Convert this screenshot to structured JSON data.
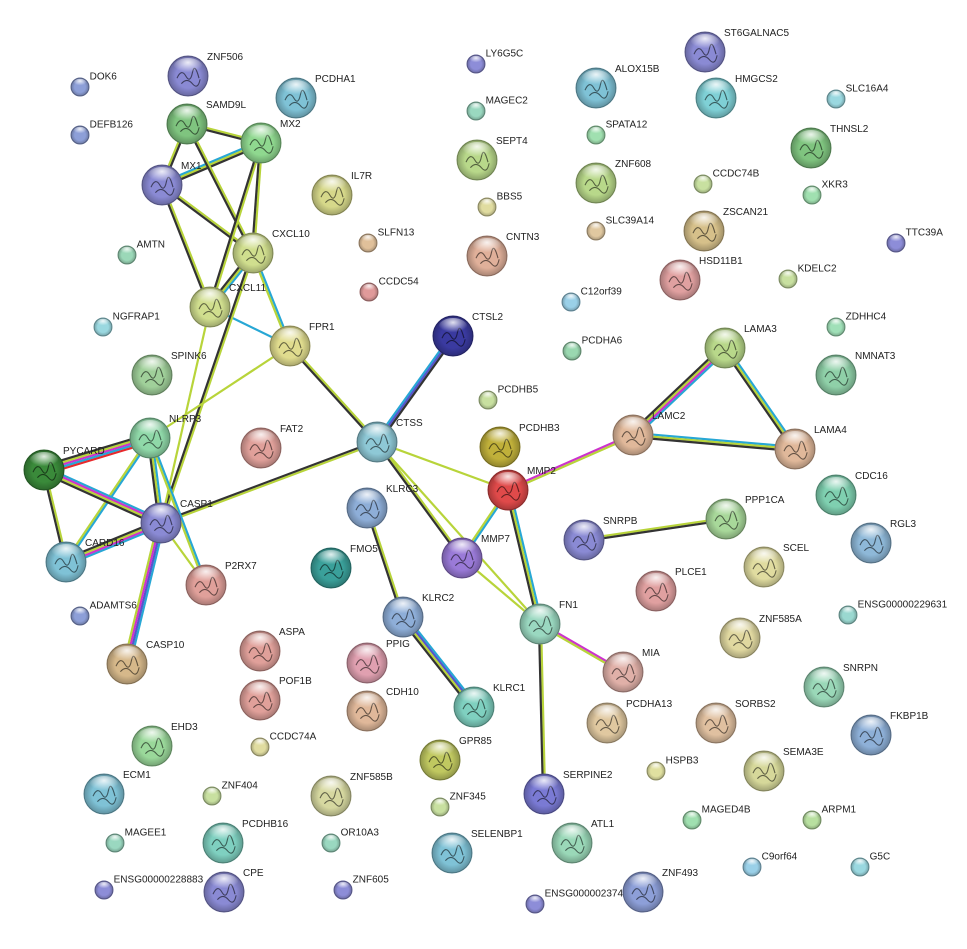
{
  "colors": {
    "neighborhood": "#c8d82a",
    "experiments": "#333333",
    "databases": "#27a7d5",
    "textmining": "#b8d43a",
    "coexpression": "#333333",
    "fusion": "#e8292c",
    "cooccurrence": "#cc33cc",
    "homology": "#5555cc"
  },
  "nodes": [
    {
      "id": "DOK6",
      "label": "DOK6",
      "color": "#8d9fd8",
      "size": "small"
    },
    {
      "id": "DEFB126",
      "label": "DEFB126",
      "color": "#8d9fd8",
      "size": "small"
    },
    {
      "id": "ZNF506",
      "label": "ZNF506",
      "color": "#8a8ad4",
      "size": "large"
    },
    {
      "id": "SAMD9L",
      "label": "SAMD9L",
      "color": "#7fc47f",
      "size": "large"
    },
    {
      "id": "PCDHA1",
      "label": "PCDHA1",
      "color": "#7fc2d6",
      "size": "large"
    },
    {
      "id": "MX2",
      "label": "MX2",
      "color": "#8fd88f",
      "size": "large"
    },
    {
      "id": "MX1",
      "label": "MX1",
      "color": "#8a8ad4",
      "size": "large"
    },
    {
      "id": "IL7R",
      "label": "IL7R",
      "color": "#d6d88a",
      "size": "large"
    },
    {
      "id": "CXCL10",
      "label": "CXCL10",
      "color": "#d0de8e",
      "size": "large"
    },
    {
      "id": "AMTN",
      "label": "AMTN",
      "color": "#9bd8b8",
      "size": "small"
    },
    {
      "id": "CXCL11",
      "label": "CXCL11",
      "color": "#d0de8e",
      "size": "large"
    },
    {
      "id": "SLFN13",
      "label": "SLFN13",
      "color": "#e0c09a",
      "size": "small"
    },
    {
      "id": "CCDC54",
      "label": "CCDC54",
      "color": "#e09a9a",
      "size": "small"
    },
    {
      "id": "NGFRAP1",
      "label": "NGFRAP1",
      "color": "#9ad8e0",
      "size": "small"
    },
    {
      "id": "FPR1",
      "label": "FPR1",
      "color": "#e0dc8e",
      "size": "large"
    },
    {
      "id": "SPINK6",
      "label": "SPINK6",
      "color": "#a0d09a",
      "size": "large"
    },
    {
      "id": "NLRP3",
      "label": "NLRP3",
      "color": "#8fd8a8",
      "size": "large"
    },
    {
      "id": "PYCARD",
      "label": "PYCARD",
      "color": "#3a8a3a",
      "size": "large"
    },
    {
      "id": "FAT2",
      "label": "FAT2",
      "color": "#e0a09a",
      "size": "large"
    },
    {
      "id": "CTSS",
      "label": "CTSS",
      "color": "#8ec8d6",
      "size": "large"
    },
    {
      "id": "CASP1",
      "label": "CASP1",
      "color": "#8a8ad4",
      "size": "large"
    },
    {
      "id": "CARD16",
      "label": "CARD16",
      "color": "#7fc2d6",
      "size": "large"
    },
    {
      "id": "P2RX7",
      "label": "P2RX7",
      "color": "#e0a09a",
      "size": "large"
    },
    {
      "id": "ADAMTS6",
      "label": "ADAMTS6",
      "color": "#8d9fd8",
      "size": "small"
    },
    {
      "id": "CASP10",
      "label": "CASP10",
      "color": "#d6b88a",
      "size": "large"
    },
    {
      "id": "LY6G5C",
      "label": "LY6G5C",
      "color": "#8d8dd8",
      "size": "small"
    },
    {
      "id": "MAGEC2",
      "label": "MAGEC2",
      "color": "#9ad8c0",
      "size": "small"
    },
    {
      "id": "SEPT4",
      "label": "SEPT4",
      "color": "#b8d88a",
      "size": "large"
    },
    {
      "id": "BBS5",
      "label": "BBS5",
      "color": "#e0dca0",
      "size": "small"
    },
    {
      "id": "CNTN3",
      "label": "CNTN3",
      "color": "#e0b09a",
      "size": "large"
    },
    {
      "id": "CTSL2",
      "label": "CTSL2",
      "color": "#3a3aa0",
      "size": "large"
    },
    {
      "id": "PCDHB5",
      "label": "PCDHB5",
      "color": "#c8e0a0",
      "size": "small"
    },
    {
      "id": "PCDHB3",
      "label": "PCDHB3",
      "color": "#c0b03a",
      "size": "large"
    },
    {
      "id": "KLRC3",
      "label": "KLRC3",
      "color": "#8eaed8",
      "size": "large"
    },
    {
      "id": "FMO5",
      "label": "FMO5",
      "color": "#3aa09a",
      "size": "large"
    },
    {
      "id": "MMP7",
      "label": "MMP7",
      "color": "#9a7ad8",
      "size": "large"
    },
    {
      "id": "MMP2",
      "label": "MMP2",
      "color": "#e04a4a",
      "size": "large"
    },
    {
      "id": "KLRC2",
      "label": "KLRC2",
      "color": "#8eaed8",
      "size": "large"
    },
    {
      "id": "ASPA",
      "label": "ASPA",
      "color": "#e0a09a",
      "size": "large"
    },
    {
      "id": "PPIG",
      "label": "PPIG",
      "color": "#e0a0b0",
      "size": "large"
    },
    {
      "id": "POF1B",
      "label": "POF1B",
      "color": "#e0a09a",
      "size": "large"
    },
    {
      "id": "CDH10",
      "label": "CDH10",
      "color": "#e0b89a",
      "size": "large"
    },
    {
      "id": "KLRC1",
      "label": "KLRC1",
      "color": "#7fd0c0",
      "size": "large"
    },
    {
      "id": "CCDC74A",
      "label": "CCDC74A",
      "color": "#e0dca0",
      "size": "small"
    },
    {
      "id": "EHD3",
      "label": "EHD3",
      "color": "#9ad89a",
      "size": "large"
    },
    {
      "id": "GPR85",
      "label": "GPR85",
      "color": "#c0c860",
      "size": "large"
    },
    {
      "id": "ECM1",
      "label": "ECM1",
      "color": "#7fc2d6",
      "size": "large"
    },
    {
      "id": "ZNF404",
      "label": "ZNF404",
      "color": "#c8e0a0",
      "size": "small"
    },
    {
      "id": "ZNF585B",
      "label": "ZNF585B",
      "color": "#d6d8a0",
      "size": "large"
    },
    {
      "id": "ZNF345",
      "label": "ZNF345",
      "color": "#c8e0a0",
      "size": "small"
    },
    {
      "id": "MAGEE1",
      "label": "MAGEE1",
      "color": "#9ad8c0",
      "size": "small"
    },
    {
      "id": "PCDHB16",
      "label": "PCDHB16",
      "color": "#7fd0c0",
      "size": "large"
    },
    {
      "id": "OR10A3",
      "label": "OR10A3",
      "color": "#9ad8c0",
      "size": "small"
    },
    {
      "id": "SELENBP1",
      "label": "SELENBP1",
      "color": "#7fc2d6",
      "size": "large"
    },
    {
      "id": "ENSG00000228883",
      "label": "ENSG00000228883",
      "color": "#8d8dd8",
      "size": "small"
    },
    {
      "id": "CPE",
      "label": "CPE",
      "color": "#8a8ad4",
      "size": "large"
    },
    {
      "id": "ZNF605",
      "label": "ZNF605",
      "color": "#8d8dd8",
      "size": "small"
    },
    {
      "id": "SERPINE2",
      "label": "SERPINE2",
      "color": "#7a7ad4",
      "size": "large"
    },
    {
      "id": "ENSG00000237495",
      "label": "ENSG00000237495",
      "color": "#8d8dd8",
      "size": "small"
    },
    {
      "id": "ATL1",
      "label": "ATL1",
      "color": "#9ad8b8",
      "size": "large"
    },
    {
      "id": "ZNF493",
      "label": "ZNF493",
      "color": "#8d9fd8",
      "size": "large"
    },
    {
      "id": "ST6GALNAC5",
      "label": "ST6GALNAC5",
      "color": "#8a8ad4",
      "size": "large"
    },
    {
      "id": "ALOX15B",
      "label": "ALOX15B",
      "color": "#7fc2d6",
      "size": "large"
    },
    {
      "id": "HMGCS2",
      "label": "HMGCS2",
      "color": "#7fd0d6",
      "size": "large"
    },
    {
      "id": "SLC16A4",
      "label": "SLC16A4",
      "color": "#9ad8e0",
      "size": "small"
    },
    {
      "id": "SPATA12",
      "label": "SPATA12",
      "color": "#a0e0b0",
      "size": "small"
    },
    {
      "id": "ZNF608",
      "label": "ZNF608",
      "color": "#b8d88a",
      "size": "large"
    },
    {
      "id": "THNSL2",
      "label": "THNSL2",
      "color": "#7fc47f",
      "size": "large"
    },
    {
      "id": "CCDC74B",
      "label": "CCDC74B",
      "color": "#c8e0a0",
      "size": "small"
    },
    {
      "id": "XKR3",
      "label": "XKR3",
      "color": "#a0e0b0",
      "size": "small"
    },
    {
      "id": "ZSCAN21",
      "label": "ZSCAN21",
      "color": "#d6c08a",
      "size": "large"
    },
    {
      "id": "TTC39A",
      "label": "TTC39A",
      "color": "#8d8dd8",
      "size": "small"
    },
    {
      "id": "SLC39A14",
      "label": "SLC39A14",
      "color": "#e0c8a0",
      "size": "small"
    },
    {
      "id": "HSD11B1",
      "label": "HSD11B1",
      "color": "#e0a0a0",
      "size": "large"
    },
    {
      "id": "KDELC2",
      "label": "KDELC2",
      "color": "#c8e0a0",
      "size": "small"
    },
    {
      "id": "C12orf39",
      "label": "C12orf39",
      "color": "#9ad0e8",
      "size": "small"
    },
    {
      "id": "ZDHHC4",
      "label": "ZDHHC4",
      "color": "#a0e0b8",
      "size": "small"
    },
    {
      "id": "PCDHA6",
      "label": "PCDHA6",
      "color": "#9ad8b0",
      "size": "small"
    },
    {
      "id": "LAMA3",
      "label": "LAMA3",
      "color": "#b8d88a",
      "size": "large"
    },
    {
      "id": "NMNAT3",
      "label": "NMNAT3",
      "color": "#8fd0a8",
      "size": "large"
    },
    {
      "id": "LAMC2",
      "label": "LAMC2",
      "color": "#e0b89a",
      "size": "large"
    },
    {
      "id": "LAMA4",
      "label": "LAMA4",
      "color": "#e0b89a",
      "size": "large"
    },
    {
      "id": "CDC16",
      "label": "CDC16",
      "color": "#7fd0b0",
      "size": "large"
    },
    {
      "id": "SNRPB",
      "label": "SNRPB",
      "color": "#8a8ad4",
      "size": "large"
    },
    {
      "id": "PPP1CA",
      "label": "PPP1CA",
      "color": "#a8d89a",
      "size": "large"
    },
    {
      "id": "RGL3",
      "label": "RGL3",
      "color": "#8eb8d8",
      "size": "large"
    },
    {
      "id": "SCEL",
      "label": "SCEL",
      "color": "#e0dca0",
      "size": "large"
    },
    {
      "id": "PLCE1",
      "label": "PLCE1",
      "color": "#e0a0a0",
      "size": "large"
    },
    {
      "id": "FN1",
      "label": "FN1",
      "color": "#9ad8c0",
      "size": "large"
    },
    {
      "id": "ENSG00000229631",
      "label": "ENSG00000229631",
      "color": "#9ad8d0",
      "size": "small"
    },
    {
      "id": "ZNF585A",
      "label": "ZNF585A",
      "color": "#e0d8a0",
      "size": "large"
    },
    {
      "id": "MIA",
      "label": "MIA",
      "color": "#e0b0a8",
      "size": "large"
    },
    {
      "id": "SNRPN",
      "label": "SNRPN",
      "color": "#9ad8b8",
      "size": "large"
    },
    {
      "id": "PCDHA13",
      "label": "PCDHA13",
      "color": "#e0c8a0",
      "size": "large"
    },
    {
      "id": "SORBS2",
      "label": "SORBS2",
      "color": "#e0c0a0",
      "size": "large"
    },
    {
      "id": "FKBP1B",
      "label": "FKBP1B",
      "color": "#8eb0d8",
      "size": "large"
    },
    {
      "id": "HSPB3",
      "label": "HSPB3",
      "color": "#e0e0a0",
      "size": "small"
    },
    {
      "id": "SEMA3E",
      "label": "SEMA3E",
      "color": "#d6d89a",
      "size": "large"
    },
    {
      "id": "MAGED4B",
      "label": "MAGED4B",
      "color": "#a0e0b0",
      "size": "small"
    },
    {
      "id": "ARPM1",
      "label": "ARPM1",
      "color": "#b8e0a0",
      "size": "small"
    },
    {
      "id": "C9orf64",
      "label": "C9orf64",
      "color": "#9ad0e8",
      "size": "small"
    },
    {
      "id": "G5C",
      "label": "G5C",
      "color": "#9ad8e0",
      "size": "small"
    }
  ],
  "edges": [
    {
      "source": "MX1",
      "target": "MX2",
      "types": [
        "databases",
        "textmining",
        "coexpression"
      ]
    },
    {
      "source": "MX1",
      "target": "SAMD9L",
      "types": [
        "textmining",
        "coexpression"
      ]
    },
    {
      "source": "SAMD9L",
      "target": "MX2",
      "types": [
        "textmining",
        "coexpression"
      ]
    },
    {
      "source": "SAMD9L",
      "target": "CXCL10",
      "types": [
        "textmining",
        "coexpression"
      ]
    },
    {
      "source": "MX1",
      "target": "CXCL10",
      "types": [
        "textmining",
        "coexpression"
      ]
    },
    {
      "source": "MX2",
      "target": "CXCL10",
      "types": [
        "textmining",
        "coexpression"
      ]
    },
    {
      "source": "MX1",
      "target": "CXCL11",
      "types": [
        "textmining",
        "coexpression"
      ]
    },
    {
      "source": "MX2",
      "target": "CXCL11",
      "types": [
        "textmining",
        "coexpression"
      ]
    },
    {
      "source": "CXCL10",
      "target": "CXCL11",
      "types": [
        "databases",
        "textmining",
        "coexpression"
      ]
    },
    {
      "source": "CXCL10",
      "target": "FPR1",
      "types": [
        "databases",
        "textmining"
      ]
    },
    {
      "source": "CXCL11",
      "target": "FPR1",
      "types": [
        "databases"
      ]
    },
    {
      "source": "CXCL10",
      "target": "CASP1",
      "types": [
        "textmining",
        "coexpression"
      ]
    },
    {
      "source": "CXCL11",
      "target": "CASP1",
      "types": [
        "textmining"
      ]
    },
    {
      "source": "FPR1",
      "target": "NLRP3",
      "types": [
        "textmining"
      ]
    },
    {
      "source": "FPR1",
      "target": "CTSS",
      "types": [
        "textmining",
        "coexpression"
      ]
    },
    {
      "source": "CTSS",
      "target": "CTSL2",
      "types": [
        "databases",
        "homology",
        "coexpression"
      ]
    },
    {
      "source": "CTSS",
      "target": "CASP1",
      "types": [
        "textmining",
        "coexpression"
      ]
    },
    {
      "source": "CTSS",
      "target": "MMP2",
      "types": [
        "textmining"
      ]
    },
    {
      "source": "CTSS",
      "target": "MMP7",
      "types": [
        "textmining",
        "coexpression"
      ]
    },
    {
      "source": "CTSS",
      "target": "FN1",
      "types": [
        "textmining"
      ]
    },
    {
      "source": "NLRP3",
      "target": "PYCARD",
      "types": [
        "fusion",
        "databases",
        "cooccurrence",
        "textmining",
        "coexpression"
      ]
    },
    {
      "source": "NLRP3",
      "target": "CASP1",
      "types": [
        "databases",
        "textmining",
        "coexpression"
      ]
    },
    {
      "source": "NLRP3",
      "target": "CARD16",
      "types": [
        "databases",
        "textmining"
      ]
    },
    {
      "source": "NLRP3",
      "target": "P2RX7",
      "types": [
        "databases",
        "textmining"
      ]
    },
    {
      "source": "PYCARD",
      "target": "CASP1",
      "types": [
        "databases",
        "cooccurrence",
        "textmining",
        "coexpression"
      ]
    },
    {
      "source": "PYCARD",
      "target": "CARD16",
      "types": [
        "textmining",
        "coexpression"
      ]
    },
    {
      "source": "CASP1",
      "target": "CARD16",
      "types": [
        "databases",
        "cooccurrence",
        "textmining",
        "coexpression"
      ]
    },
    {
      "source": "CASP1",
      "target": "P2RX7",
      "types": [
        "textmining"
      ]
    },
    {
      "source": "CASP1",
      "target": "CASP10",
      "types": [
        "databases",
        "homology",
        "cooccurrence",
        "textmining"
      ]
    },
    {
      "source": "KLRC3",
      "target": "KLRC2",
      "types": [
        "textmining",
        "coexpression"
      ]
    },
    {
      "source": "KLRC2",
      "target": "KLRC1",
      "types": [
        "databases",
        "homology",
        "textmining",
        "coexpression"
      ]
    },
    {
      "source": "MMP2",
      "target": "MMP7",
      "types": [
        "databases",
        "textmining"
      ]
    },
    {
      "source": "MMP2",
      "target": "FN1",
      "types": [
        "databases",
        "textmining",
        "coexpression"
      ]
    },
    {
      "source": "MMP2",
      "target": "LAMC2",
      "types": [
        "cooccurrence",
        "textmining"
      ]
    },
    {
      "source": "MMP7",
      "target": "FN1",
      "types": [
        "textmining"
      ]
    },
    {
      "source": "FN1",
      "target": "MIA",
      "types": [
        "cooccurrence",
        "textmining"
      ]
    },
    {
      "source": "FN1",
      "target": "SERPINE2",
      "types": [
        "textmining",
        "coexpression"
      ]
    },
    {
      "source": "LAMA3",
      "target": "LAMC2",
      "types": [
        "databases",
        "cooccurrence",
        "textmining",
        "coexpression"
      ]
    },
    {
      "source": "LAMA3",
      "target": "LAMA4",
      "types": [
        "databases",
        "textmining",
        "coexpression"
      ]
    },
    {
      "source": "LAMC2",
      "target": "LAMA4",
      "types": [
        "databases",
        "textmining",
        "coexpression"
      ]
    },
    {
      "source": "SNRPB",
      "target": "PPP1CA",
      "types": [
        "textmining",
        "coexpression"
      ]
    }
  ]
}
